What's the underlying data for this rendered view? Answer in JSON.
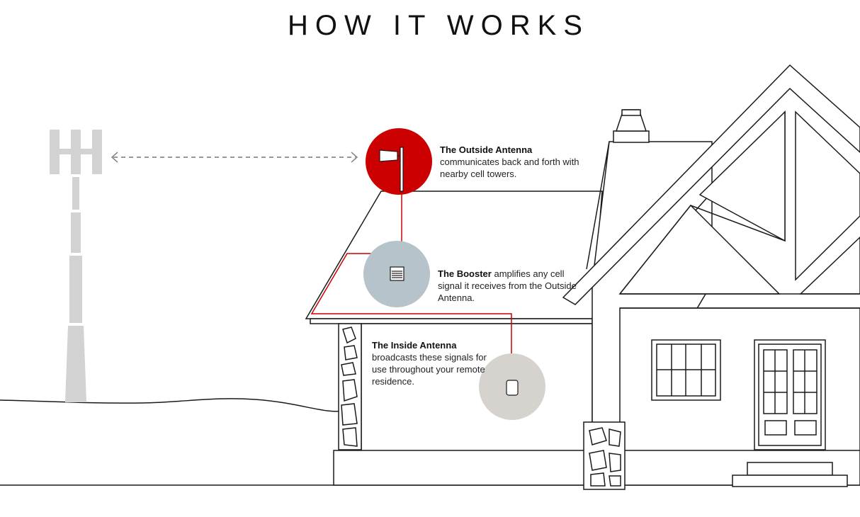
{
  "title": "HOW IT WORKS",
  "callouts": {
    "outside_antenna": {
      "heading": "The Outside Antenna",
      "text": "communicates back and forth with nearby cell towers."
    },
    "booster": {
      "heading": "The Booster",
      "text": "amplifies any cell signal it receives from the Outside Antenna."
    },
    "inside_antenna": {
      "heading": "The Inside Antenna",
      "text": "broadcasts these signals for use throughout your remote residence."
    }
  },
  "colors": {
    "accent_red": "#cc0000",
    "booster_circle": "#b6c3cb",
    "inside_circle": "#d6d3cf",
    "tower_gray": "#d2d2d2",
    "line_dark": "#1a1a1a"
  },
  "icons": [
    "cell-tower-icon",
    "outside-antenna-icon",
    "booster-icon",
    "inside-antenna-icon",
    "signal-arrow-icon"
  ]
}
